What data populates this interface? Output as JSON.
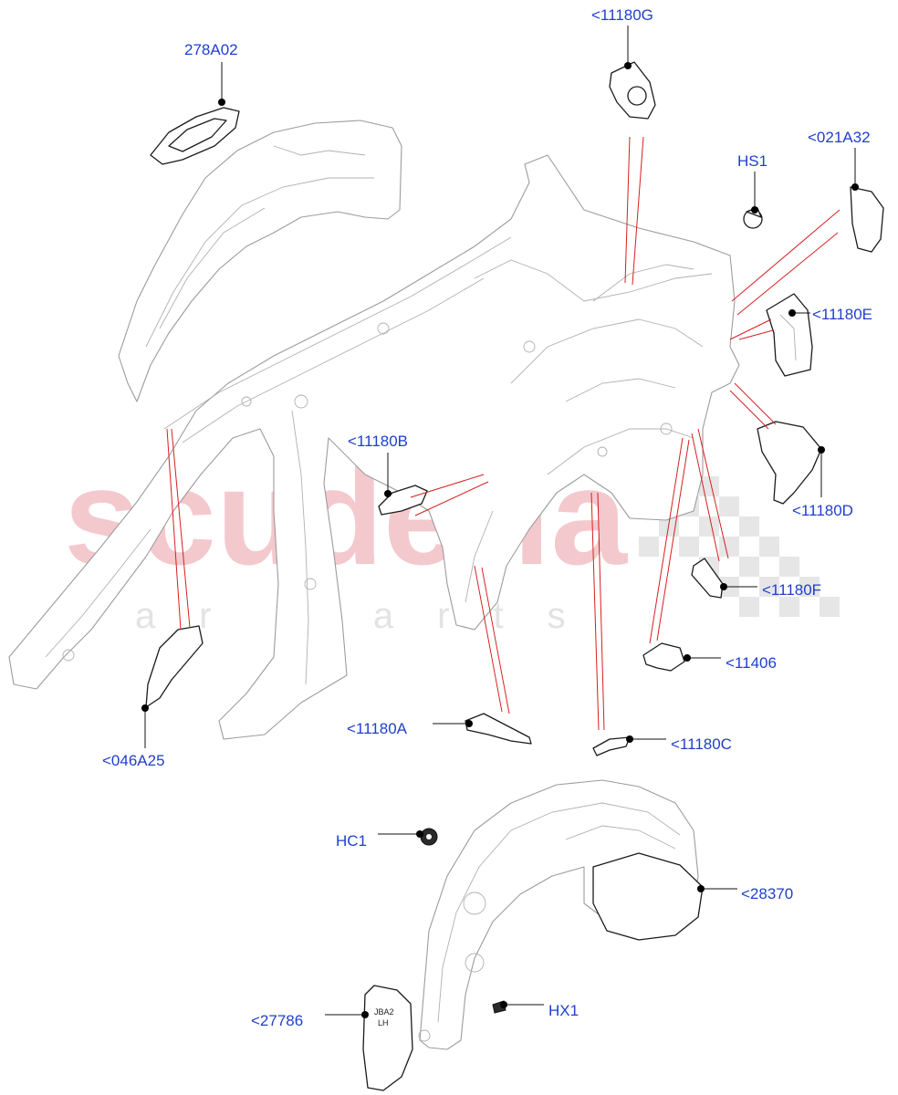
{
  "watermark": {
    "brand": "scuderia",
    "tagline": "car parts"
  },
  "callouts": {
    "c278A02": "278A02",
    "c11180G": "<11180G",
    "cHS1": "HS1",
    "c021A32": "<021A32",
    "c11180E": "<11180E",
    "c11180B": "<11180B",
    "c11180D": "<11180D",
    "c11180F": "<11180F",
    "c11406": "<11406",
    "c046A25": "<046A25",
    "c11180A": "<11180A",
    "c11180C": "<11180C",
    "cHC1": "HC1",
    "c28370": "<28370",
    "cHX1": "HX1",
    "c27786": "<27786"
  },
  "part_marking": {
    "line1": "JBA2",
    "line2": "LH"
  },
  "colors": {
    "callout_text": "#1f3fcf",
    "reference_line": "#d71f1f",
    "watermark": "#f3c9cd"
  }
}
